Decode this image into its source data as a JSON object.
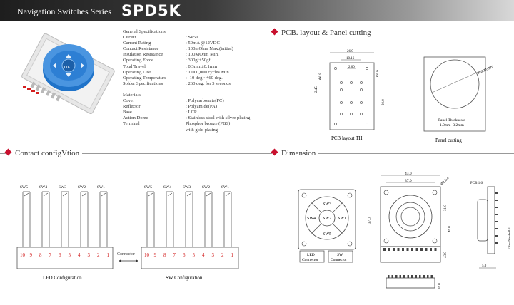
{
  "header": {
    "series_label": "Navigation Switches Series",
    "model": "SPD5K"
  },
  "general": {
    "heading": "General Specifications",
    "rows": [
      {
        "k": "Circuit",
        "v": ": SP5T"
      },
      {
        "k": "Current Rating",
        "v": ": 50mA @12VDC"
      },
      {
        "k": "Contact Resistance",
        "v": ": 100mOhm Max.(initial)"
      },
      {
        "k": "Insulation Resistance",
        "v": ": 100MOhm Min."
      },
      {
        "k": "Operating Force",
        "v": ": 300gf±50gf"
      },
      {
        "k": "Total Travel",
        "v": ": 0.3mm±0.1mm"
      },
      {
        "k": "Operating Life",
        "v": ": 1,000,000 cycles Min."
      },
      {
        "k": "Operating Temperature",
        "v": ": -10 deg.~+60 deg."
      },
      {
        "k": "Solder Specifications",
        "v": ": 260 deg. for 3 seconds"
      }
    ]
  },
  "materials": {
    "heading": "Materials",
    "rows": [
      {
        "k": "Cover",
        "v": ": Polycarbonate(PC)"
      },
      {
        "k": "Reflector",
        "v": ": Polyamide(PA)"
      },
      {
        "k": "Base",
        "v": ": LCP"
      },
      {
        "k": "Action Dome",
        "v": ": Stainless steel with silver plating"
      },
      {
        "k": "Terminal",
        "v": "Phosphor bronze (PBS)"
      },
      {
        "k": "",
        "v": "with gold plating"
      }
    ]
  },
  "sections": {
    "pcb": "PCB. layout & Panel cutting",
    "contact": "Contact configVtion",
    "dimension": "Dimension"
  },
  "pcb": {
    "dims": [
      "26.0",
      "10.16",
      "2.00",
      "Φ0.8",
      "Φ1.6",
      "2.45",
      "20.0"
    ],
    "caption": "PCB layout TH",
    "panel_dim": "Min.Φ39.0",
    "panel_note1": "Panel Thickness:",
    "panel_note2": "1.0mm~3.2mm",
    "panel_caption": "Panel cutting"
  },
  "contact": {
    "led_sw": [
      "SW5",
      "SW4",
      "SW3",
      "SW2",
      "SW1"
    ],
    "sw_sw": [
      "SW5",
      "SW4",
      "SW3",
      "SW2",
      "SW1"
    ],
    "pins": [
      "10",
      "9",
      "8",
      "7",
      "6",
      "5",
      "4",
      "3",
      "2",
      "1"
    ],
    "connector": "Connector",
    "led_caption": "LED Configuration",
    "sw_caption": "SW Configuration"
  },
  "dimension": {
    "sw": {
      "top": "SW3",
      "left": "SW4",
      "center": "SW2",
      "right": "SW1",
      "bottom": "SW5"
    },
    "led_box": [
      "LED",
      "Connector"
    ],
    "sw_box": [
      "SW",
      "Connector"
    ],
    "dims": [
      "43.0",
      "37.0",
      "Φ2.2-4",
      "31.0",
      "37.0",
      "46.0",
      "43.0",
      "PCB 1.6",
      "Effect/Stroke 0.3",
      "5.0",
      "16.0"
    ]
  },
  "colors": {
    "accent": "#c8102e",
    "connector_red": "#d31f1f",
    "knob_blue": "#1f73c9"
  }
}
